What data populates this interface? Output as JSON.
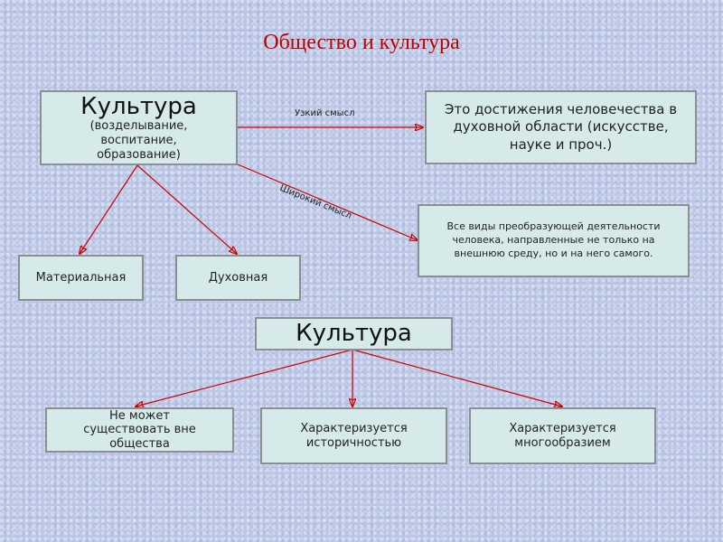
{
  "title": "Общество и культура",
  "culture_box": {
    "heading": "Культура",
    "subtitle": "(возделывание, воспитание, образование)"
  },
  "narrow_label": "Узкий смысл",
  "narrow_def": "Это достижения человечества в духовной области (искусстве, науке и проч.)",
  "broad_label": "Широкий смысл",
  "broad_def": "Все виды преобразующей деятельности человека, направленные не только на внешнюю среду, но и на него самого.",
  "material": "Материальная",
  "spiritual": "Духовная",
  "culture2": "Культура",
  "props": [
    "Не может существовать вне общества",
    "Характеризуется историчностью",
    "Характеризуется многообразием"
  ],
  "colors": {
    "arrow": "#cc0000",
    "title": "#c00000",
    "box_fill": "#d6eaea",
    "box_border": "#8a8f96"
  }
}
